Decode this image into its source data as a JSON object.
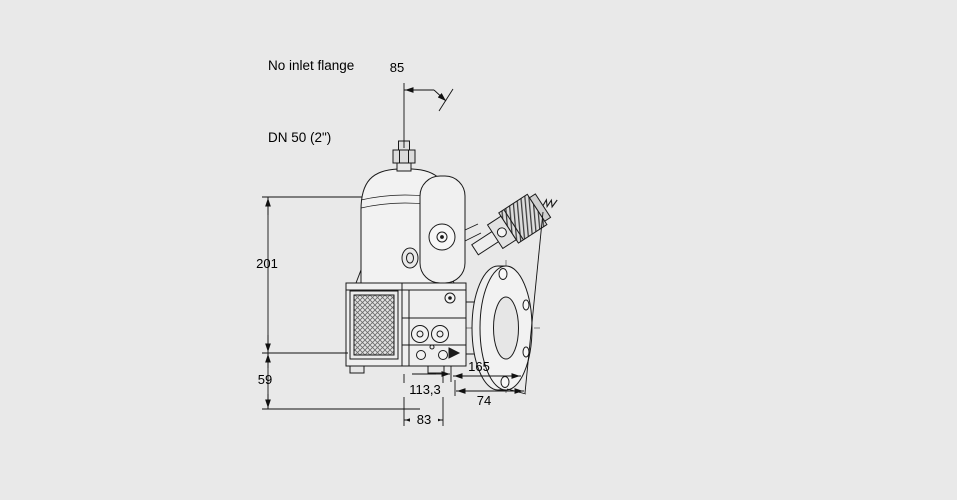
{
  "canvas": {
    "background": "#e9e9e9",
    "line_color": "#1a1a1a",
    "dimension_color": "#000000"
  },
  "annotations": {
    "note_line1": "No inlet flange",
    "note_line2": "DN 50 (2\")"
  },
  "dimensions": {
    "d85": {
      "label": "85"
    },
    "d201": {
      "label": "201"
    },
    "d59": {
      "label": "59"
    },
    "d113": {
      "label": "113,3"
    },
    "d83": {
      "label": "83"
    },
    "d165": {
      "label": "165"
    },
    "d74": {
      "label": "74"
    }
  }
}
